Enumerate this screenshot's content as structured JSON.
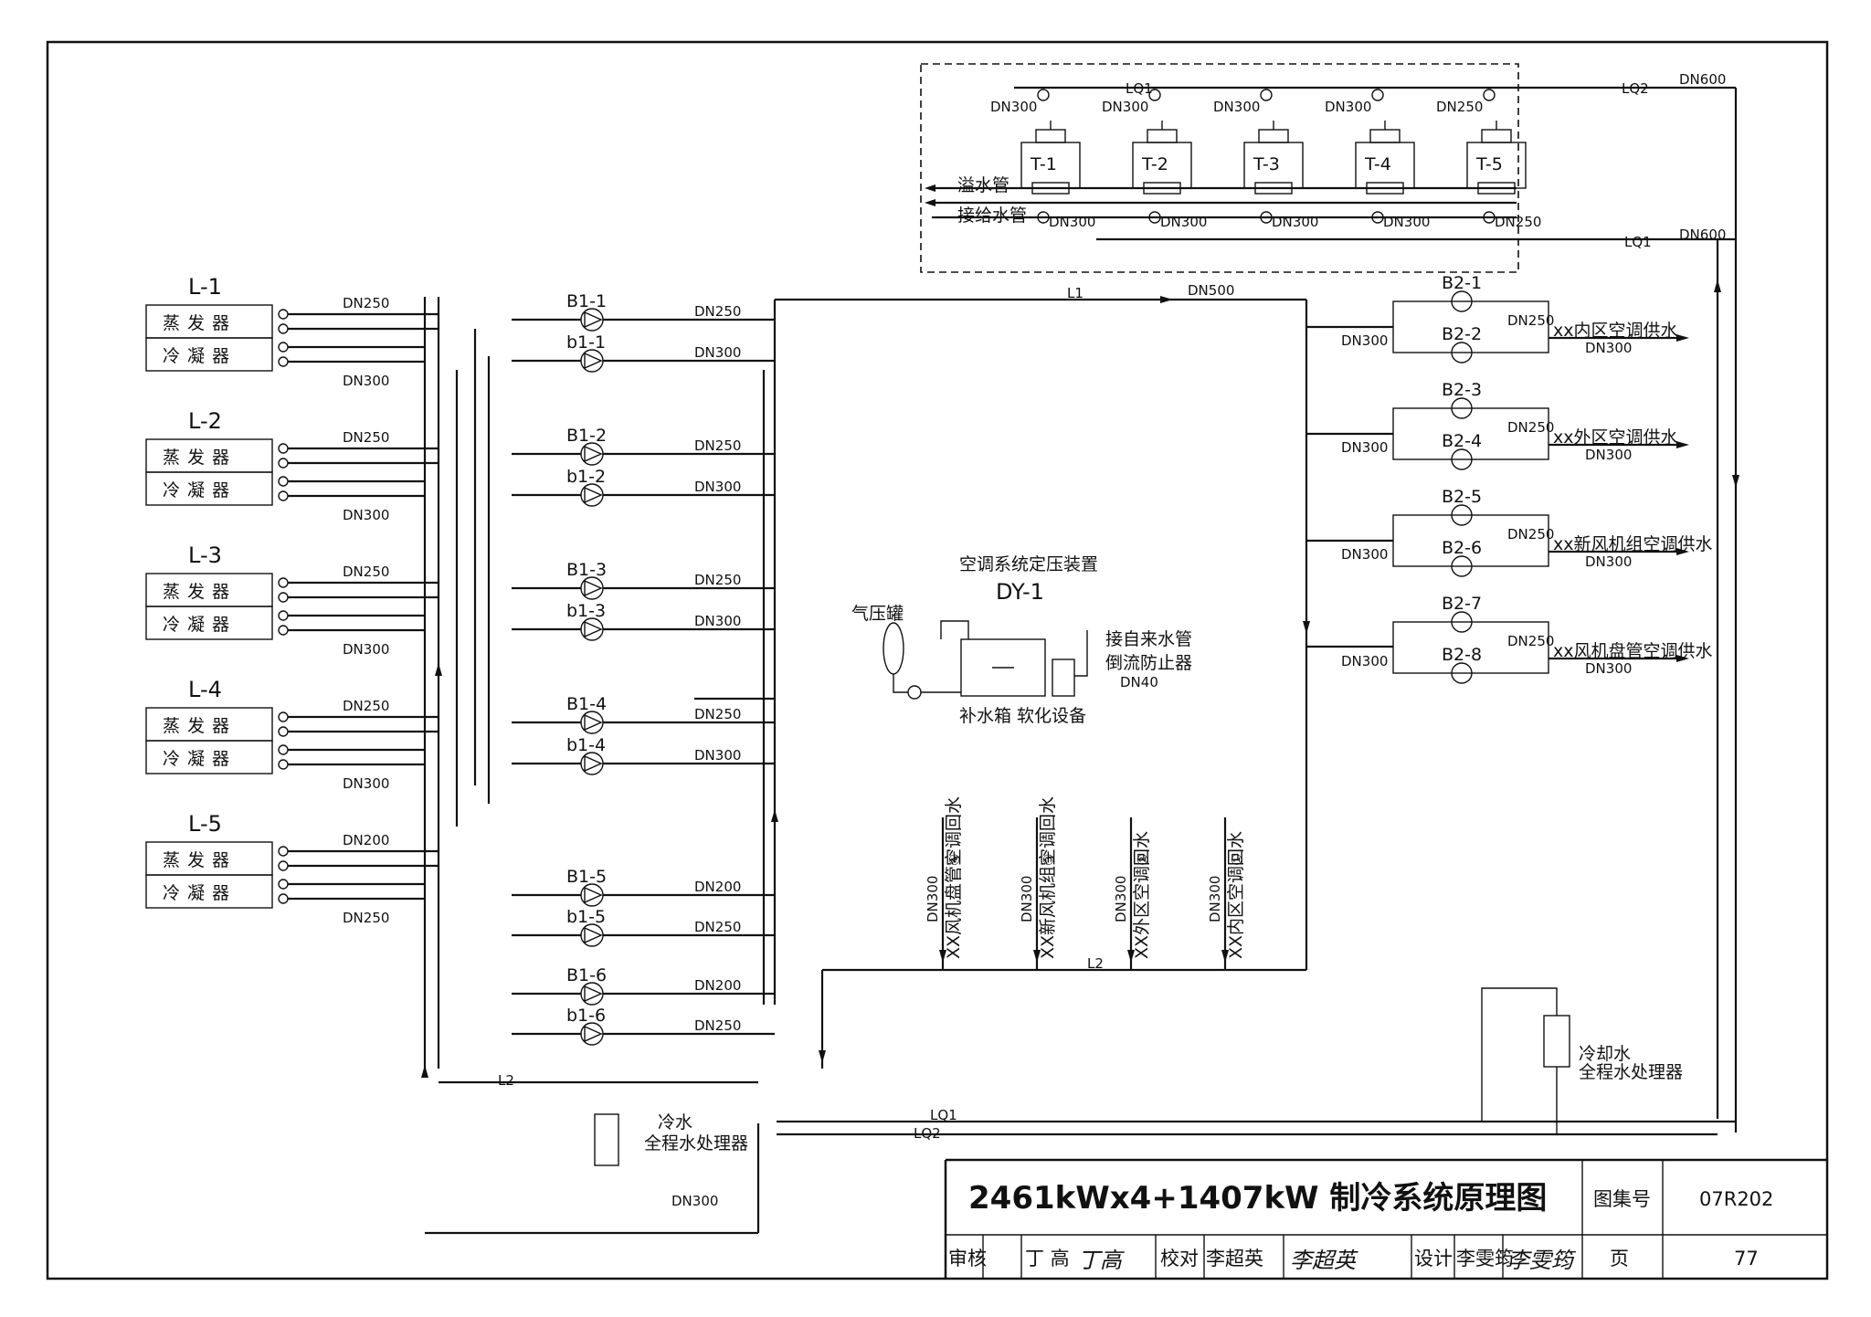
{
  "title": {
    "main": "2461kWx4+1407kW 制冷系统原理图",
    "atlas_label": "图集号",
    "atlas_no": "07R202",
    "review_label": "审核",
    "reviewer": "丁 高",
    "check_label": "校对",
    "checker": "李超英",
    "design_label": "设计",
    "designer": "李雯筠",
    "page_label": "页",
    "page_no": "77",
    "sig_reviewer": "丁高",
    "sig_checker": "李超英",
    "sig_designer": "李雯筠"
  },
  "chillers": [
    {
      "id": "L-1",
      "evap": "蒸发器",
      "cond": "冷凝器",
      "evap_dn": "DN250",
      "cond_dn": "DN300"
    },
    {
      "id": "L-2",
      "evap": "蒸发器",
      "cond": "冷凝器",
      "evap_dn": "DN250",
      "cond_dn": "DN300"
    },
    {
      "id": "L-3",
      "evap": "蒸发器",
      "cond": "冷凝器",
      "evap_dn": "DN250",
      "cond_dn": "DN300"
    },
    {
      "id": "L-4",
      "evap": "蒸发器",
      "cond": "冷凝器",
      "evap_dn": "DN250",
      "cond_dn": "DN300"
    },
    {
      "id": "L-5",
      "evap": "蒸发器",
      "cond": "冷凝器",
      "evap_dn": "DN200",
      "cond_dn": "DN250"
    }
  ],
  "primary_pumps": [
    {
      "id": "B1-1",
      "dn": "DN250"
    },
    {
      "id": "b1-1",
      "dn": "DN300"
    },
    {
      "id": "B1-2",
      "dn": "DN250"
    },
    {
      "id": "b1-2",
      "dn": "DN300"
    },
    {
      "id": "B1-3",
      "dn": "DN250"
    },
    {
      "id": "b1-3",
      "dn": "DN300"
    },
    {
      "id": "B1-4",
      "dn": "DN250"
    },
    {
      "id": "b1-4",
      "dn": "DN300"
    },
    {
      "id": "B1-5",
      "dn": "DN200"
    },
    {
      "id": "b1-5",
      "dn": "DN250"
    },
    {
      "id": "B1-6",
      "dn": "DN200"
    },
    {
      "id": "b1-6",
      "dn": "DN250"
    }
  ],
  "towers": [
    {
      "id": "T-1",
      "top_dn": "DN300",
      "bot_dn": "DN300"
    },
    {
      "id": "T-2",
      "top_dn": "DN300",
      "bot_dn": "DN300"
    },
    {
      "id": "T-3",
      "top_dn": "DN300",
      "bot_dn": "DN300"
    },
    {
      "id": "T-4",
      "top_dn": "DN300",
      "bot_dn": "DN300"
    },
    {
      "id": "T-5",
      "top_dn": "DN250",
      "bot_dn": "DN250"
    }
  ],
  "tower_labels": {
    "overflow": "溢水管",
    "makeup": "接给水管",
    "lq1": "LQ1",
    "lq2": "LQ2",
    "dn600": "DN600"
  },
  "secondary_groups": [
    {
      "pumps": [
        "B2-1",
        "B2-2"
      ],
      "supply": "xx内区空调供水",
      "in_dn": "DN300",
      "out_dn": "DN250",
      "out_dn2": "DN300"
    },
    {
      "pumps": [
        "B2-3",
        "B2-4"
      ],
      "supply": "xx外区空调供水",
      "in_dn": "DN300",
      "out_dn": "DN250",
      "out_dn2": "DN300"
    },
    {
      "pumps": [
        "B2-5",
        "B2-6"
      ],
      "supply": "xx新风机组空调供水",
      "in_dn": "DN300",
      "out_dn": "DN250",
      "out_dn2": "DN300"
    },
    {
      "pumps": [
        "B2-7",
        "B2-8"
      ],
      "supply": "xx风机盘管空调供水",
      "in_dn": "DN300",
      "out_dn": "DN250",
      "out_dn2": "DN300"
    }
  ],
  "returns": [
    {
      "num": "④",
      "text": "XX风机盘管空调回水",
      "dn": "DN300"
    },
    {
      "num": "③",
      "text": "XX新风机组空调回水",
      "dn": "DN300"
    },
    {
      "num": "②",
      "text": "XX外区空调回水",
      "dn": "DN300"
    },
    {
      "num": "①",
      "text": "XX内区空调回水",
      "dn": "DN300"
    }
  ],
  "pressure_unit": {
    "title": "空调系统定压装置",
    "code": "DY-1",
    "tank": "气压罐",
    "makeup": "补水箱 软化设备",
    "water": "接自来水管",
    "backflow": "倒流防止器",
    "dn": "DN40"
  },
  "treatment": {
    "chilled": "冷水",
    "chilled2": "全程水处理器",
    "cooling": "冷却水",
    "cooling2": "全程水处理器"
  },
  "pipe_labels": {
    "L1": "L1",
    "L2": "L2",
    "LQ1": "LQ1",
    "LQ2": "LQ2",
    "DN500": "DN500",
    "DN600": "DN600",
    "DN300": "DN300"
  }
}
